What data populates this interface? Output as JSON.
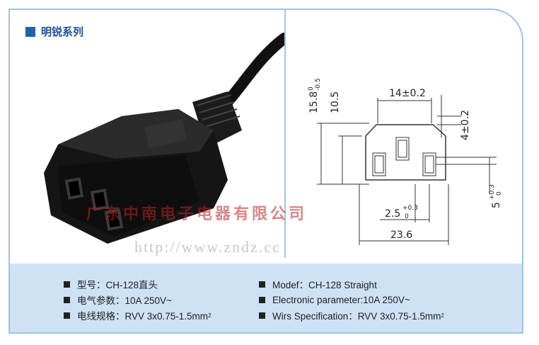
{
  "header": {
    "series_title": "明锐系列"
  },
  "watermark": {
    "company": "广东中南电子电器有限公司",
    "website": "http://www.zndz.cc"
  },
  "drawing": {
    "dim_overall_height": "15.8",
    "dim_overall_height_tol_upper": "0",
    "dim_overall_height_tol_lower": "-0.5",
    "dim_inner_height": "10.5",
    "dim_top_width": "14±0.2",
    "dim_side": "4±0.2",
    "dim_pin_offset": "5",
    "dim_pin_offset_tol_upper": "+0.3",
    "dim_pin_offset_tol_lower": "0",
    "dim_pin_spacing": "2.5",
    "dim_pin_spacing_tol_upper": "+0.3",
    "dim_pin_spacing_tol_lower": "0",
    "dim_bottom_width": "23.6"
  },
  "specs": {
    "left": [
      {
        "label": "型号：CH-128直头",
        "sup": ""
      },
      {
        "label": "电气参数：10A 250V~",
        "sup": ""
      },
      {
        "label": "电线规格：RVV 3x0.75-1.5mm",
        "sup": "2"
      }
    ],
    "right": [
      {
        "label": "Modef：CH-128 Straight",
        "sup": ""
      },
      {
        "label": "Electronic parameter:10A 250V~",
        "sup": ""
      },
      {
        "label": "Wirs Specification：RVV 3x0.75-1.5mm",
        "sup": "2"
      }
    ]
  },
  "colors": {
    "frame_border": "#9fc3e6",
    "spec_bg": "#cfe1f5",
    "title_blue": "#1f4f96",
    "accent_square": "#1e63b3"
  }
}
